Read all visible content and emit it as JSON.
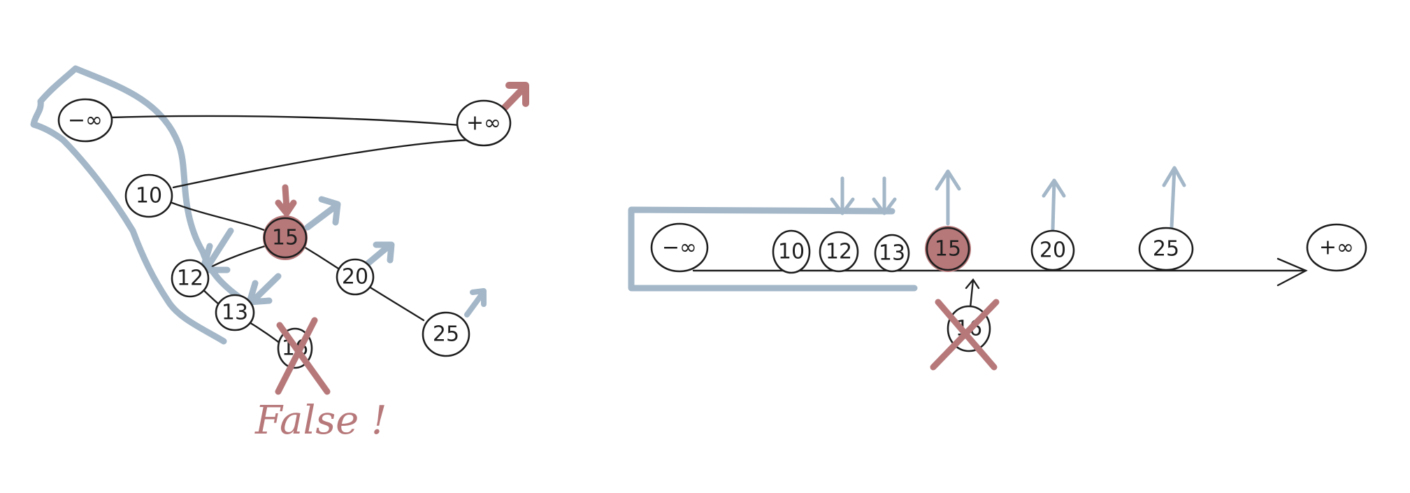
{
  "colors": {
    "ink": "#1e1e1e",
    "highlight_blue": "#a3b7c8",
    "highlight_red": "#b7787a"
  },
  "left_diagram": {
    "nodes": [
      {
        "id": "neg-inf",
        "label": "−∞"
      },
      {
        "id": "pos-inf",
        "label": "+∞"
      },
      {
        "id": "n10",
        "label": "10"
      },
      {
        "id": "n15",
        "label": "15",
        "highlighted": true
      },
      {
        "id": "n12",
        "label": "12"
      },
      {
        "id": "n20",
        "label": "20"
      },
      {
        "id": "n13",
        "label": "13"
      },
      {
        "id": "n16",
        "label": "16",
        "crossed_out": true
      },
      {
        "id": "n25",
        "label": "25"
      }
    ],
    "edges": [
      [
        "neg-inf",
        "pos-inf"
      ],
      [
        "n10",
        "pos-inf"
      ],
      [
        "n10",
        "n15"
      ],
      [
        "n15",
        "n12"
      ],
      [
        "n15",
        "n20"
      ],
      [
        "n12",
        "n13"
      ],
      [
        "n13",
        "n16"
      ],
      [
        "n20",
        "n25"
      ]
    ],
    "note": "False !"
  },
  "right_diagram": {
    "nodes": [
      {
        "id": "r-neg-inf",
        "label": "−∞"
      },
      {
        "id": "r10",
        "label": "10"
      },
      {
        "id": "r12",
        "label": "12"
      },
      {
        "id": "r13",
        "label": "13"
      },
      {
        "id": "r15",
        "label": "15",
        "highlighted": true
      },
      {
        "id": "r20",
        "label": "20"
      },
      {
        "id": "r25",
        "label": "25"
      },
      {
        "id": "r-pos-inf",
        "label": "+∞"
      },
      {
        "id": "r16",
        "label": "16",
        "crossed_out": true
      }
    ]
  }
}
